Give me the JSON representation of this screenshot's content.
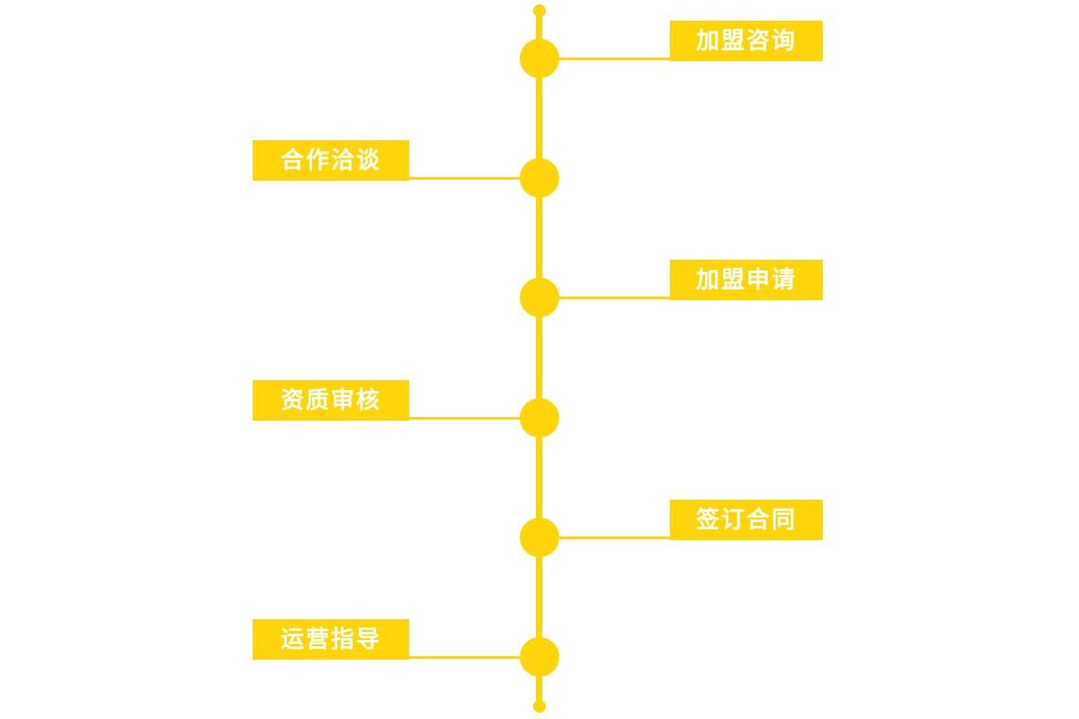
{
  "diagram": {
    "type": "vertical-timeline",
    "background_color": "#ffffff",
    "accent_color": "#ffd50a",
    "label_text_color": "#ffffff",
    "steps": [
      {
        "label": "加盟咨询",
        "side": "right"
      },
      {
        "label": "合作洽谈",
        "side": "left"
      },
      {
        "label": "加盟申请",
        "side": "right"
      },
      {
        "label": "资质审核",
        "side": "left"
      },
      {
        "label": "签订合同",
        "side": "right"
      },
      {
        "label": "运营指导",
        "side": "left"
      }
    ]
  }
}
